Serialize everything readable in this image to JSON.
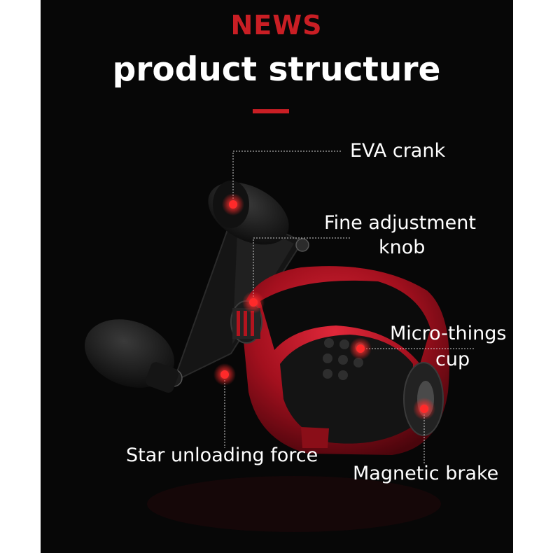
{
  "header": {
    "tag": "NEWS",
    "title": "product structure"
  },
  "labels": {
    "eva_crank": "EVA crank",
    "fine_adjust_line1": "Fine adjustment",
    "fine_adjust_line2": "knob",
    "micro_cup_line1": "Micro-things",
    "micro_cup_line2": "cup",
    "star_drag": "Star unloading force",
    "magnetic_brake": "Magnetic brake"
  },
  "colors": {
    "accent": "#c91e24",
    "background": "#070707",
    "marker": "#ff2a2a"
  }
}
